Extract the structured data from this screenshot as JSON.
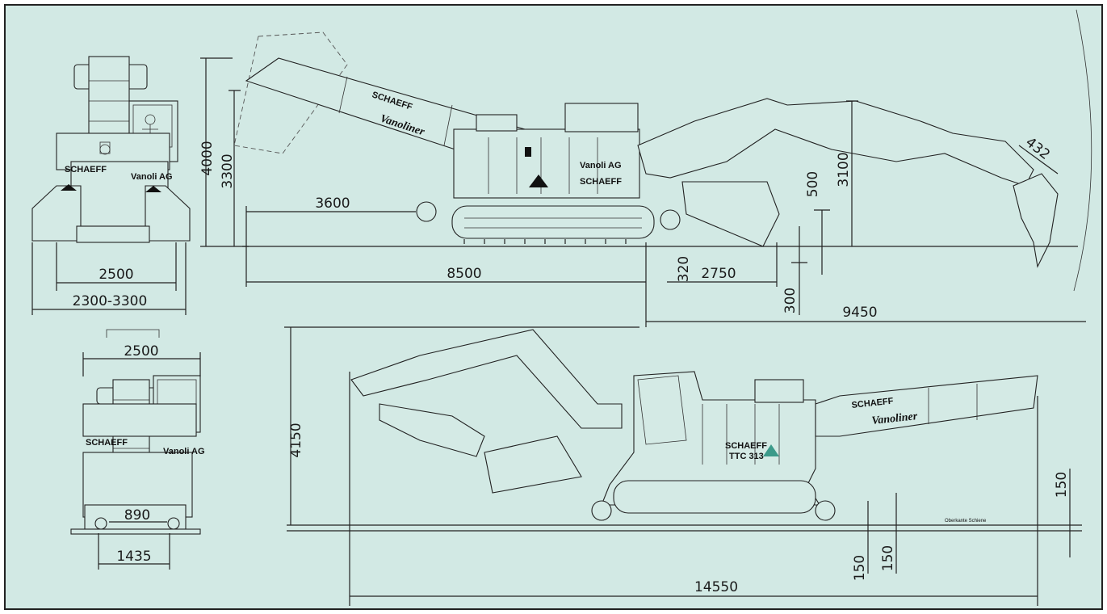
{
  "drawing": {
    "background": "#d2e9e4",
    "line_color": "#222222",
    "accent": "#3c9a8a",
    "brand": {
      "schaeff": "SCHAEFF",
      "vanoliner": "Vanoliner",
      "vanoli": "Vanoli AG",
      "model": "TTC 313",
      "schiene": "Oberkante Schiene"
    },
    "dimensions": {
      "front_height_total": "4000",
      "front_height_cab": "3300",
      "front_width_top": "2500",
      "front_width_range": "2300-3300",
      "side_axle_offset": "3600",
      "side_length_8500": "8500",
      "side_320": "320",
      "side_2750": "2750",
      "side_300": "300",
      "side_500": "500",
      "side_3100": "3100",
      "side_reach": "9450",
      "side_bucket": "432",
      "rear_width": "2500",
      "rear_890": "890",
      "rear_gauge": "1435",
      "rail_height": "4150",
      "rail_150_a": "150",
      "rail_150_b": "150",
      "rail_150_c": "150",
      "rail_length": "14550"
    }
  }
}
